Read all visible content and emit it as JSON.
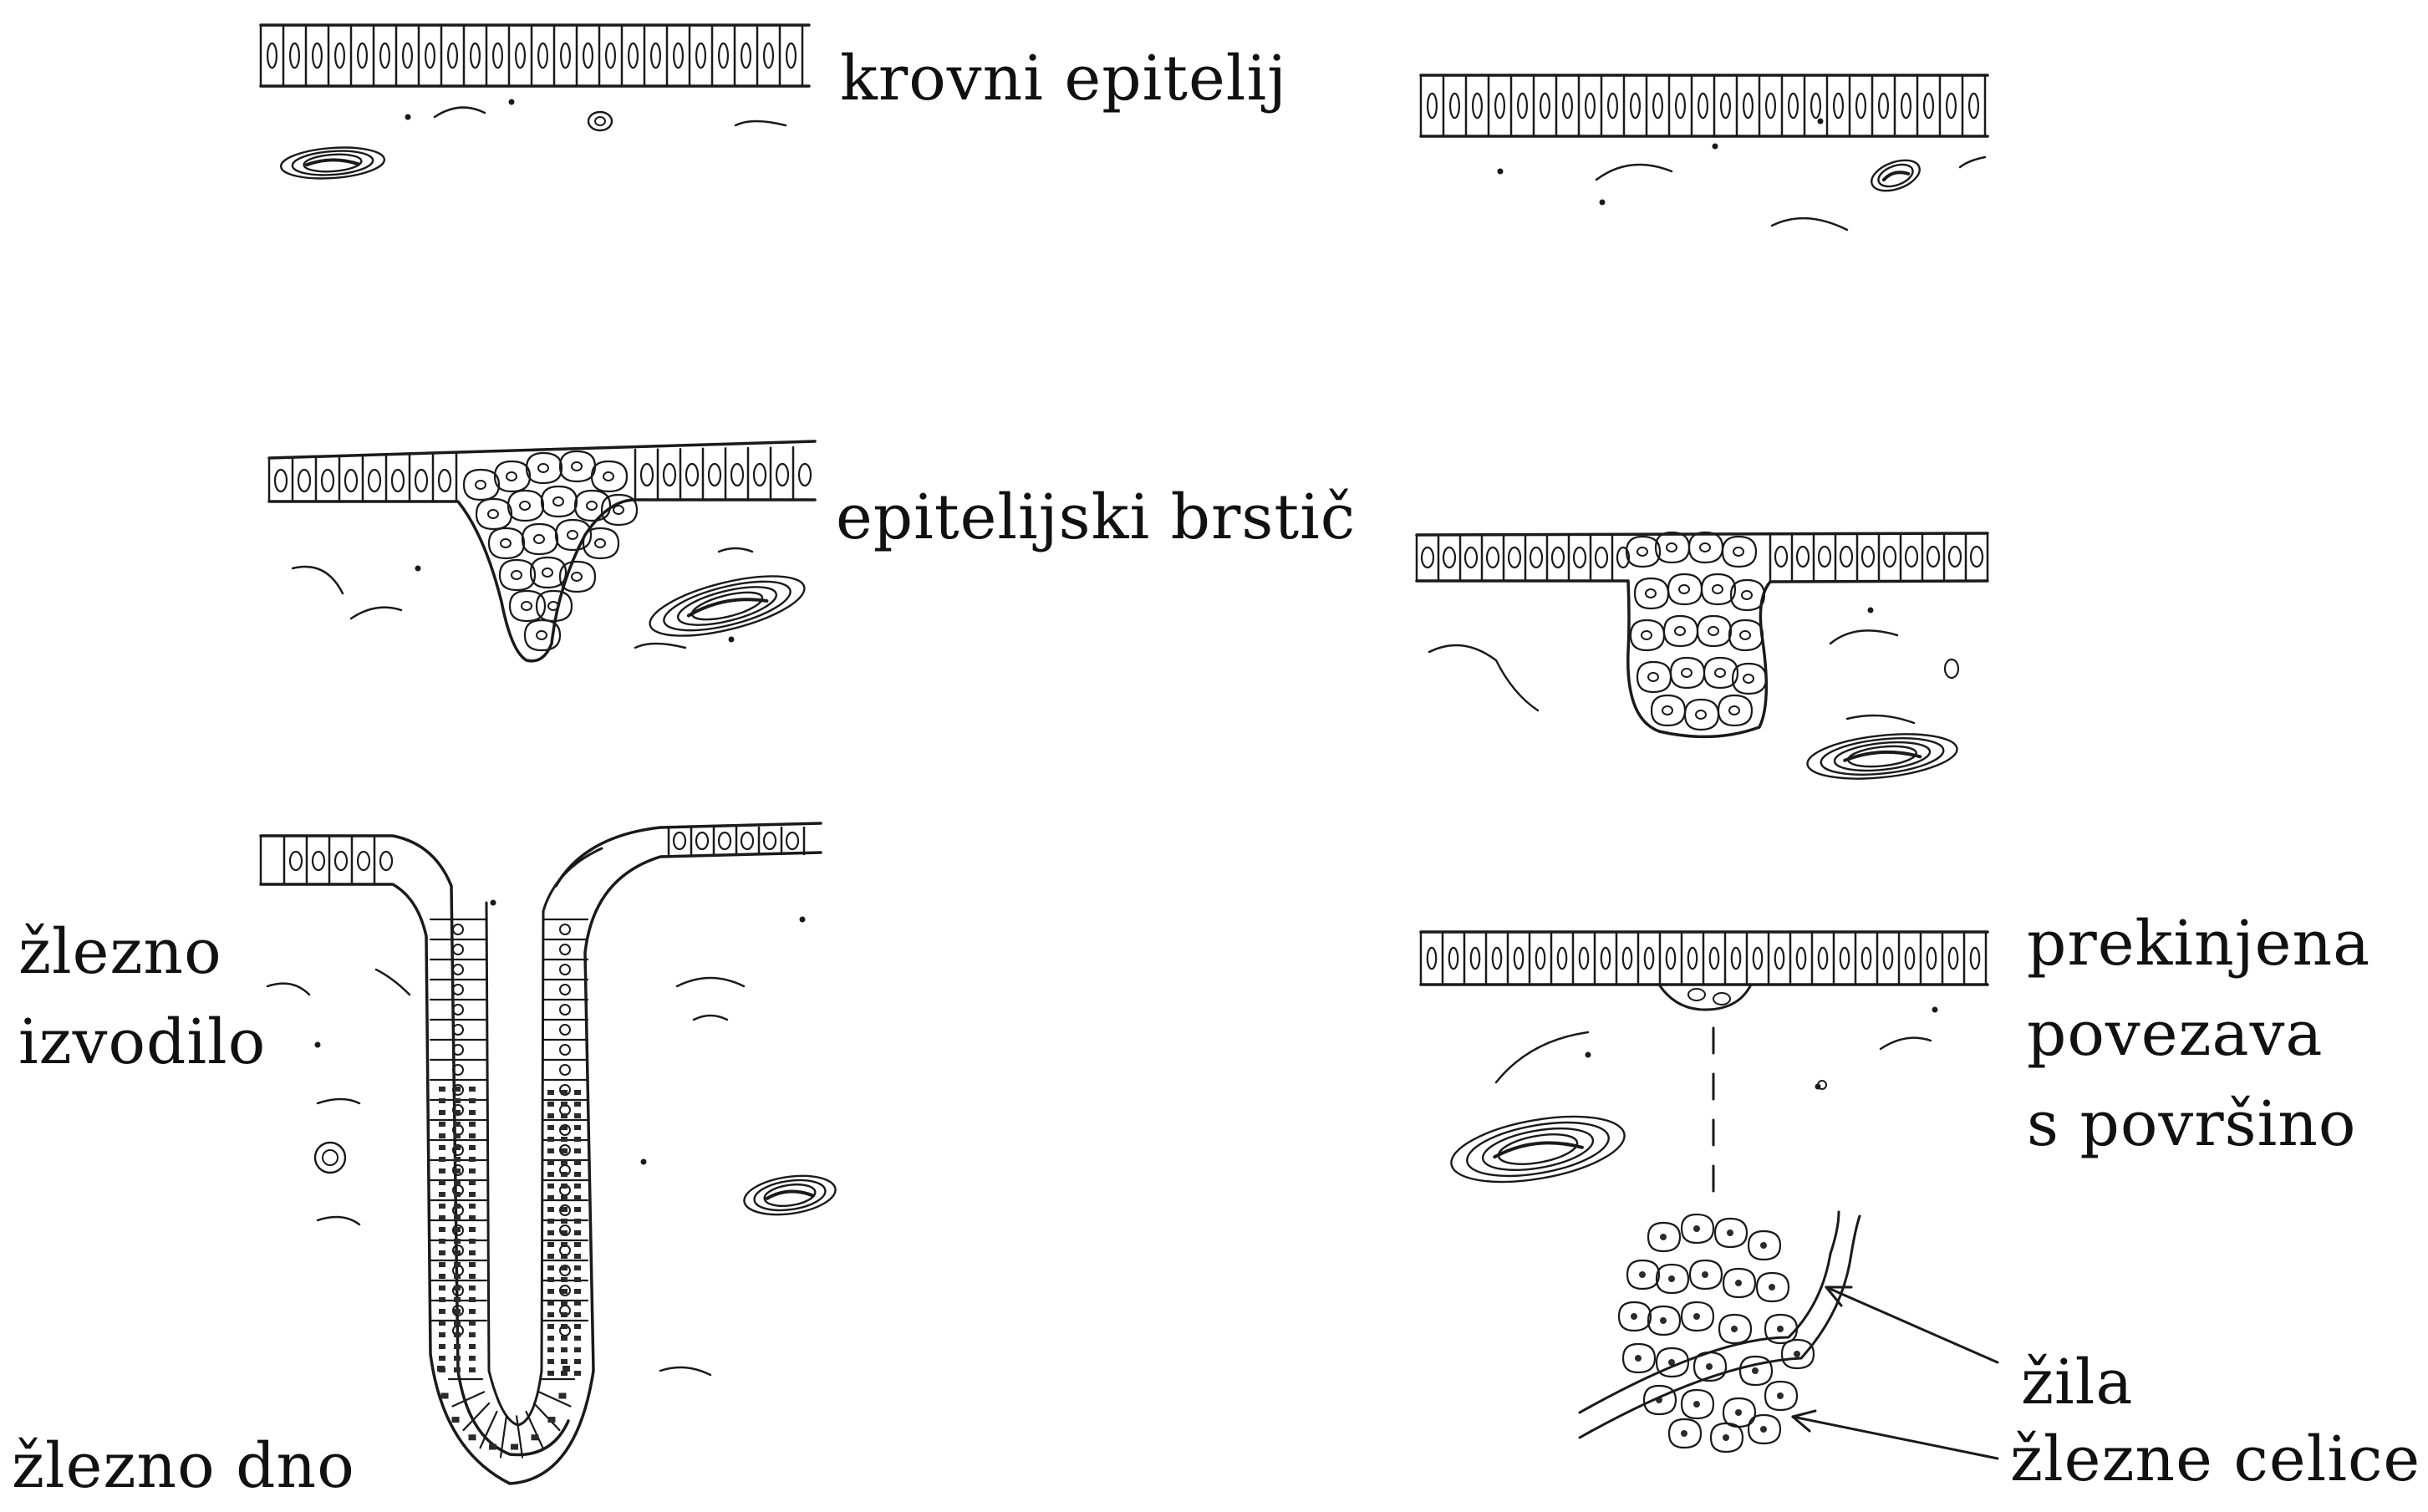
{
  "labels": {
    "krovni_epitelij": "krovni epitelij",
    "epitelijski_brstic": "epitelijski brstič",
    "zlezno_izvodilo_line1": "žlezno",
    "zlezno_izvodilo_line2": "izvodilo",
    "zlezno_dno": "žlezno dno",
    "prekinjena_line1": "prekinjena",
    "prekinjena_line2": "povezava",
    "prekinjena_line3": "s površino",
    "zila": "žila",
    "zlezne_celice": "žlezne celice"
  },
  "colors": {
    "ink": "#1a1a1a",
    "background": "#ffffff",
    "cell_fill": "#ffffff",
    "dark_cell": "#2b2b2b"
  },
  "icons": {
    "arrow_to_zila": "arrow-icon",
    "arrow_to_celice": "arrow-icon"
  }
}
